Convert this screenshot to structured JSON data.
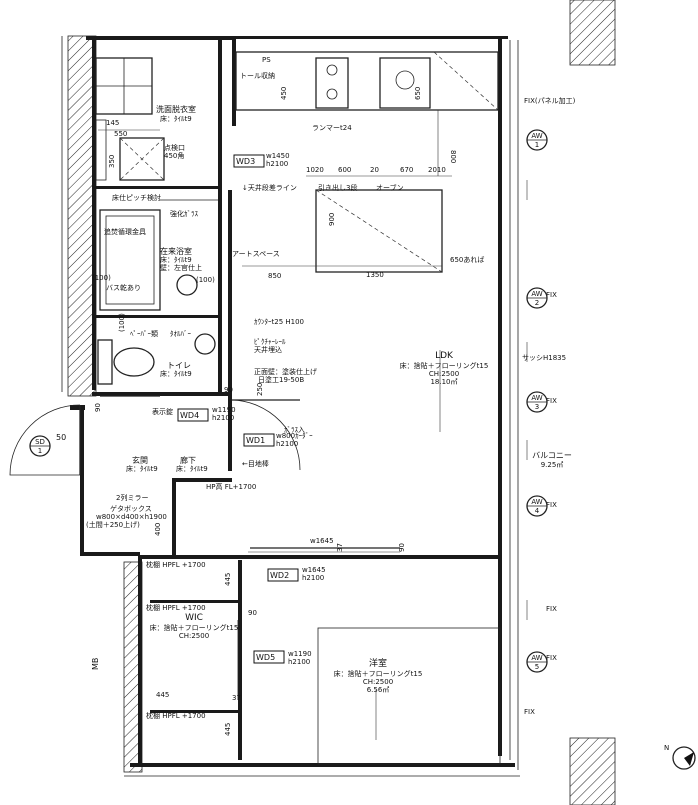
{
  "rooms": {
    "washroom": {
      "name": "洗面脱衣室",
      "floor": "床：ﾀｲﾙt9"
    },
    "inspection": {
      "name": "点検口",
      "size": "450角"
    },
    "pipe_space": "PS",
    "toll_storage": "トール収納",
    "ranma": "ランマーt24",
    "bath": {
      "name": "在来浴室",
      "floor": "床：ﾀｲﾙt9",
      "wall": "壁：左官仕上"
    },
    "hot_water": "追焚循環金具",
    "bath_dryer": "バス乾あり",
    "tile_pitch": "床仕ピッチ検討",
    "frosted_glass": "強化ｶﾞﾗｽ",
    "toilet": {
      "name": "トイレ",
      "floor": "床：ﾀｲﾙt9"
    },
    "paper_holder": "ﾍﾟｰﾊﾟｰ類",
    "towel": "ﾀｵﾙﾊﾞｰ",
    "counter": "ｶｳﾝﾀｰt25 H100",
    "picture_rail": "ﾋﾟｸﾁｬｰﾚｰﾙ",
    "ceiling_embed": "天井埋込",
    "front_wall_1": "正面壁：塗装仕上げ",
    "front_wall_2": "日塗工19-50B",
    "ldk": {
      "name": "LDK",
      "floor": "床：捨貼＋フローリングt15",
      "ch": "CH:2500",
      "area": "18.10㎡"
    },
    "art_space": "アートスペース",
    "ceiling_line": "↓天井段差ライン",
    "drawer": "引き出し3段",
    "oven": "オーブン",
    "if_650": "650あれば",
    "glass_insert": "ｶﾞﾗｽ入",
    "display": "表示錠",
    "entrance": {
      "name": "玄関",
      "floor": "床：ﾀｲﾙt9"
    },
    "corridor": {
      "name": "廊下",
      "floor": "床：ﾀｲﾙt9"
    },
    "mirror": "2列ミラー",
    "shoe_box_1": "ゲタボックス",
    "shoe_box_2": "w800×d400×h1900",
    "shoe_box_3": "(土間＋250上げ)",
    "hp_fl": "HP高 FL+1700",
    "eye_stop": "←目地棒",
    "wic": {
      "name": "WIC",
      "floor": "床：捨貼＋フローリングt15",
      "ch": "CH:2500"
    },
    "shelf_1": "枕棚 HPFL +1700",
    "shelf_2": "枕棚 HPFL +1700",
    "shelf_3": "枕棚 HPFL +1700",
    "western": {
      "name": "洋室",
      "floor": "床：捨貼＋フローリングt15",
      "ch": "CH:2500",
      "area": "6.56㎡"
    },
    "balcony": {
      "name": "バルコニー",
      "area": "9.25㎡"
    },
    "fix_panel": "FIX(パネル加工)",
    "sash": "サッシH1835",
    "fix": "FIX",
    "mb": "MB",
    "fifty": "50",
    "wd3_sz": "w1450",
    "wd3_h": "h2100",
    "wd4_sz": "w1190",
    "wd4_h": "h2100",
    "wd1_sz": "w800ｶｰﾀﾞｰ",
    "wd1_h": "h2100",
    "wd2_sz": "w1645",
    "wd2_h": "h2100",
    "wd5_sz": "w1190",
    "wd5_h": "h2100"
  },
  "door_tags": [
    "WD3",
    "WD4",
    "WD1",
    "WD2",
    "WD5"
  ],
  "window_tags": [
    {
      "top": "AW",
      "num": "1"
    },
    {
      "top": "AW",
      "num": "2"
    },
    {
      "top": "AW",
      "num": "3"
    },
    {
      "top": "AW",
      "num": "4"
    },
    {
      "top": "AW",
      "num": "5"
    },
    {
      "top": "SD",
      "num": "1"
    }
  ],
  "dimensions": {
    "d1020": "1020",
    "d600": "600",
    "d20": "20",
    "d670": "670",
    "d2010": "2010",
    "d900": "900",
    "d1350": "1350",
    "d850": "850",
    "d800": "800",
    "d145": "145",
    "d550": "550",
    "d350": "350",
    "d450": "450",
    "d650": "650",
    "d100a": "(100)",
    "d100b": "(100)",
    "d100c": "(100)",
    "d90a": "90",
    "d90b": "90",
    "d90c": "90",
    "d250": "250",
    "d400": "400",
    "d1645": "w1645",
    "d37a": "37",
    "d37b": "37",
    "d445a": "445",
    "d445b": "445",
    "d445c": "445"
  },
  "north": "N"
}
